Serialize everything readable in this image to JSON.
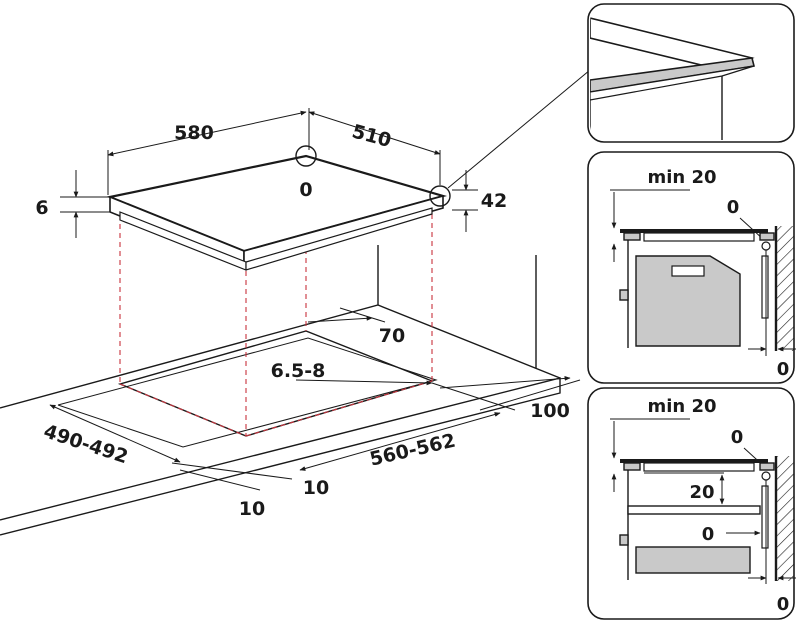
{
  "dimensions": {
    "width": "580",
    "depth": "510",
    "corner_top": "0",
    "thickness": "6",
    "height": "42",
    "rear_gap": "70",
    "cutout_radius": "6.5-8",
    "cutout_depth": "490-492",
    "cutout_width": "560-562",
    "front_gap": "100",
    "side_gap_a": "10",
    "side_gap_b": "10"
  },
  "detail_top": {
    "min_label": "min 20",
    "edge_gap": "0",
    "wall_gap": "0"
  },
  "detail_bottom": {
    "min_label": "min 20",
    "edge_gap": "0",
    "shelf_gap": "20",
    "drawer_gap": "0",
    "wall_gap": "0"
  },
  "colors": {
    "line": "#1a1a1a",
    "projection": "#c8323c",
    "fill": "#c9c9c9"
  }
}
